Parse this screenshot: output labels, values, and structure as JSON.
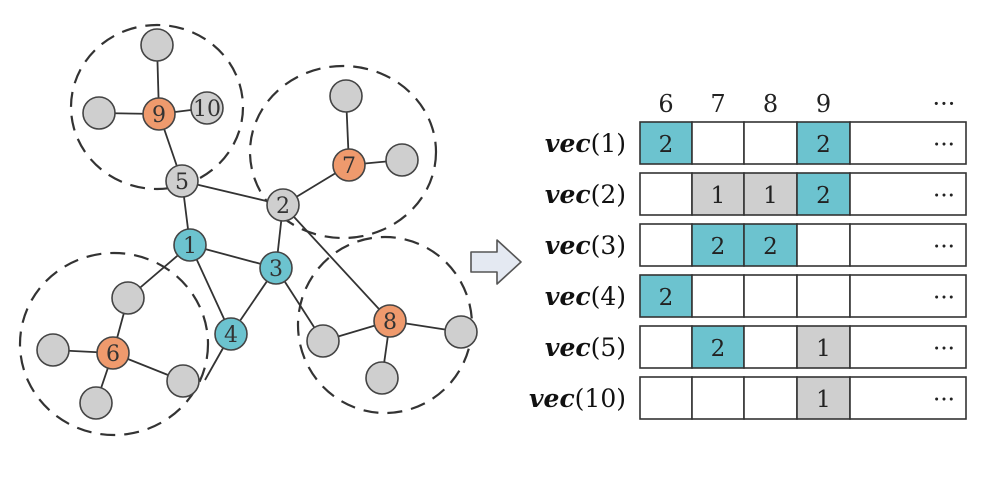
{
  "colors": {
    "gray": "#cfcfcf",
    "blue": "#6cc3cf",
    "orange": "#ef9a6d",
    "stroke": "#444444"
  },
  "graph": {
    "nodes": [
      {
        "id": "n1",
        "label": "1",
        "color": "blue"
      },
      {
        "id": "n2",
        "label": "2",
        "color": "gray"
      },
      {
        "id": "n3",
        "label": "3",
        "color": "blue"
      },
      {
        "id": "n4",
        "label": "4",
        "color": "blue"
      },
      {
        "id": "n5",
        "label": "5",
        "color": "gray"
      },
      {
        "id": "n6",
        "label": "6",
        "color": "orange"
      },
      {
        "id": "n7",
        "label": "7",
        "color": "orange"
      },
      {
        "id": "n8",
        "label": "8",
        "color": "orange"
      },
      {
        "id": "n9",
        "label": "9",
        "color": "orange"
      },
      {
        "id": "n10",
        "label": "10",
        "color": "gray"
      },
      {
        "id": "l9a",
        "label": "",
        "color": "gray"
      },
      {
        "id": "l9b",
        "label": "",
        "color": "gray"
      },
      {
        "id": "l7a",
        "label": "",
        "color": "gray"
      },
      {
        "id": "l7b",
        "label": "",
        "color": "gray"
      },
      {
        "id": "l6a",
        "label": "",
        "color": "gray"
      },
      {
        "id": "l6b",
        "label": "",
        "color": "gray"
      },
      {
        "id": "l6c",
        "label": "",
        "color": "gray"
      },
      {
        "id": "l6d",
        "label": "",
        "color": "gray"
      },
      {
        "id": "l8a",
        "label": "",
        "color": "gray"
      },
      {
        "id": "l8b",
        "label": "",
        "color": "gray"
      },
      {
        "id": "l8c",
        "label": "",
        "color": "gray"
      }
    ]
  },
  "arrow": {
    "icon": "right-arrow-icon"
  },
  "table": {
    "columns": [
      "6",
      "7",
      "8",
      "9",
      "···"
    ],
    "rows": [
      {
        "name": "vec",
        "index": "(1)",
        "cells": [
          {
            "v": "2",
            "c": "blue"
          },
          {
            "v": "",
            "c": "white"
          },
          {
            "v": "",
            "c": "white"
          },
          {
            "v": "2",
            "c": "blue"
          },
          {
            "v": "···",
            "c": "white"
          }
        ]
      },
      {
        "name": "vec",
        "index": "(2)",
        "cells": [
          {
            "v": "",
            "c": "white"
          },
          {
            "v": "1",
            "c": "gray"
          },
          {
            "v": "1",
            "c": "gray"
          },
          {
            "v": "2",
            "c": "blue"
          },
          {
            "v": "···",
            "c": "white"
          }
        ]
      },
      {
        "name": "vec",
        "index": "(3)",
        "cells": [
          {
            "v": "",
            "c": "white"
          },
          {
            "v": "2",
            "c": "blue"
          },
          {
            "v": "2",
            "c": "blue"
          },
          {
            "v": "",
            "c": "white"
          },
          {
            "v": "···",
            "c": "white"
          }
        ]
      },
      {
        "name": "vec",
        "index": "(4)",
        "cells": [
          {
            "v": "2",
            "c": "blue"
          },
          {
            "v": "",
            "c": "white"
          },
          {
            "v": "",
            "c": "white"
          },
          {
            "v": "",
            "c": "white"
          },
          {
            "v": "···",
            "c": "white"
          }
        ]
      },
      {
        "name": "vec",
        "index": "(5)",
        "cells": [
          {
            "v": "",
            "c": "white"
          },
          {
            "v": "2",
            "c": "blue"
          },
          {
            "v": "",
            "c": "white"
          },
          {
            "v": "1",
            "c": "gray"
          },
          {
            "v": "···",
            "c": "white"
          }
        ]
      },
      {
        "name": "vec",
        "index": "(10)",
        "cells": [
          {
            "v": "",
            "c": "white"
          },
          {
            "v": "",
            "c": "white"
          },
          {
            "v": "",
            "c": "white"
          },
          {
            "v": "1",
            "c": "gray"
          },
          {
            "v": "···",
            "c": "white"
          }
        ]
      }
    ]
  }
}
